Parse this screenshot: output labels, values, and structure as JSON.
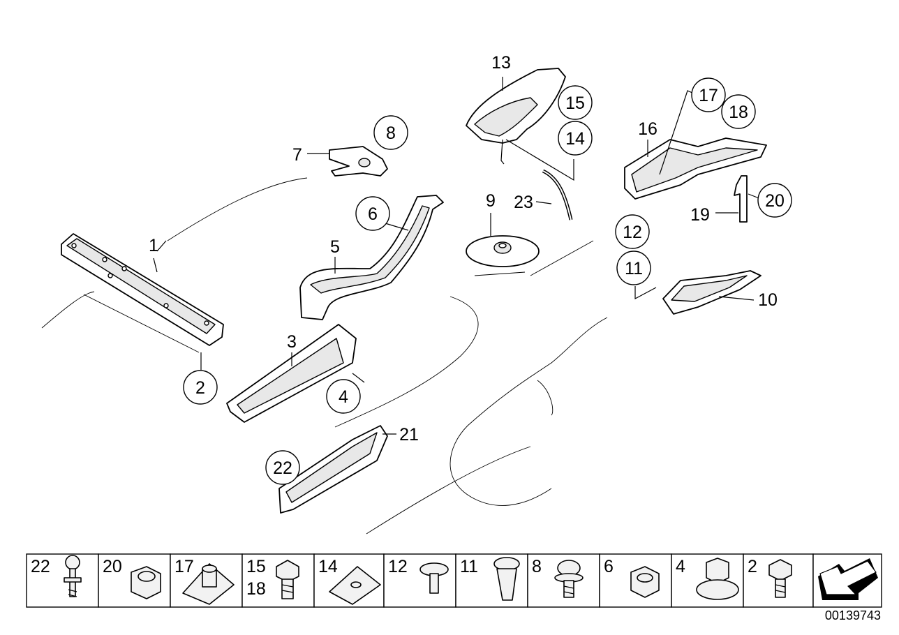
{
  "diagram": {
    "callouts": [
      {
        "id": "c1",
        "label": "1",
        "circled": false
      },
      {
        "id": "c2",
        "label": "2",
        "circled": true
      },
      {
        "id": "c3",
        "label": "3",
        "circled": false
      },
      {
        "id": "c4",
        "label": "4",
        "circled": true
      },
      {
        "id": "c5",
        "label": "5",
        "circled": false
      },
      {
        "id": "c6",
        "label": "6",
        "circled": true
      },
      {
        "id": "c7",
        "label": "7",
        "circled": false
      },
      {
        "id": "c8",
        "label": "8",
        "circled": true
      },
      {
        "id": "c9",
        "label": "9",
        "circled": false
      },
      {
        "id": "c10",
        "label": "10",
        "circled": false
      },
      {
        "id": "c11",
        "label": "11",
        "circled": true
      },
      {
        "id": "c12",
        "label": "12",
        "circled": true
      },
      {
        "id": "c13",
        "label": "13",
        "circled": false
      },
      {
        "id": "c14",
        "label": "14",
        "circled": true
      },
      {
        "id": "c15",
        "label": "15",
        "circled": true
      },
      {
        "id": "c16",
        "label": "16",
        "circled": false
      },
      {
        "id": "c17",
        "label": "17",
        "circled": true
      },
      {
        "id": "c18",
        "label": "18",
        "circled": true
      },
      {
        "id": "c19",
        "label": "19",
        "circled": false
      },
      {
        "id": "c20",
        "label": "20",
        "circled": true
      },
      {
        "id": "c21",
        "label": "21",
        "circled": false
      },
      {
        "id": "c22",
        "label": "22",
        "circled": true
      },
      {
        "id": "c23",
        "label": "23",
        "circled": false
      }
    ]
  },
  "hardware_strip": [
    {
      "labels": [
        "22"
      ],
      "icon": "push-rivet-icon"
    },
    {
      "labels": [
        "20"
      ],
      "icon": "hex-nut-icon"
    },
    {
      "labels": [
        "17"
      ],
      "icon": "clip-nut-icon"
    },
    {
      "labels": [
        "15",
        "18"
      ],
      "icon": "hex-bolt-icon"
    },
    {
      "labels": [
        "14"
      ],
      "icon": "spring-nut-icon"
    },
    {
      "labels": [
        "12"
      ],
      "icon": "plastic-rivet-icon"
    },
    {
      "labels": [
        "11"
      ],
      "icon": "expanding-rivet-icon"
    },
    {
      "labels": [
        "8"
      ],
      "icon": "torx-screw-icon"
    },
    {
      "labels": [
        "6"
      ],
      "icon": "hex-nut-icon"
    },
    {
      "labels": [
        "4"
      ],
      "icon": "cap-nut-icon"
    },
    {
      "labels": [
        "2"
      ],
      "icon": "hex-bolt-icon"
    }
  ],
  "doc_id": "00139743"
}
